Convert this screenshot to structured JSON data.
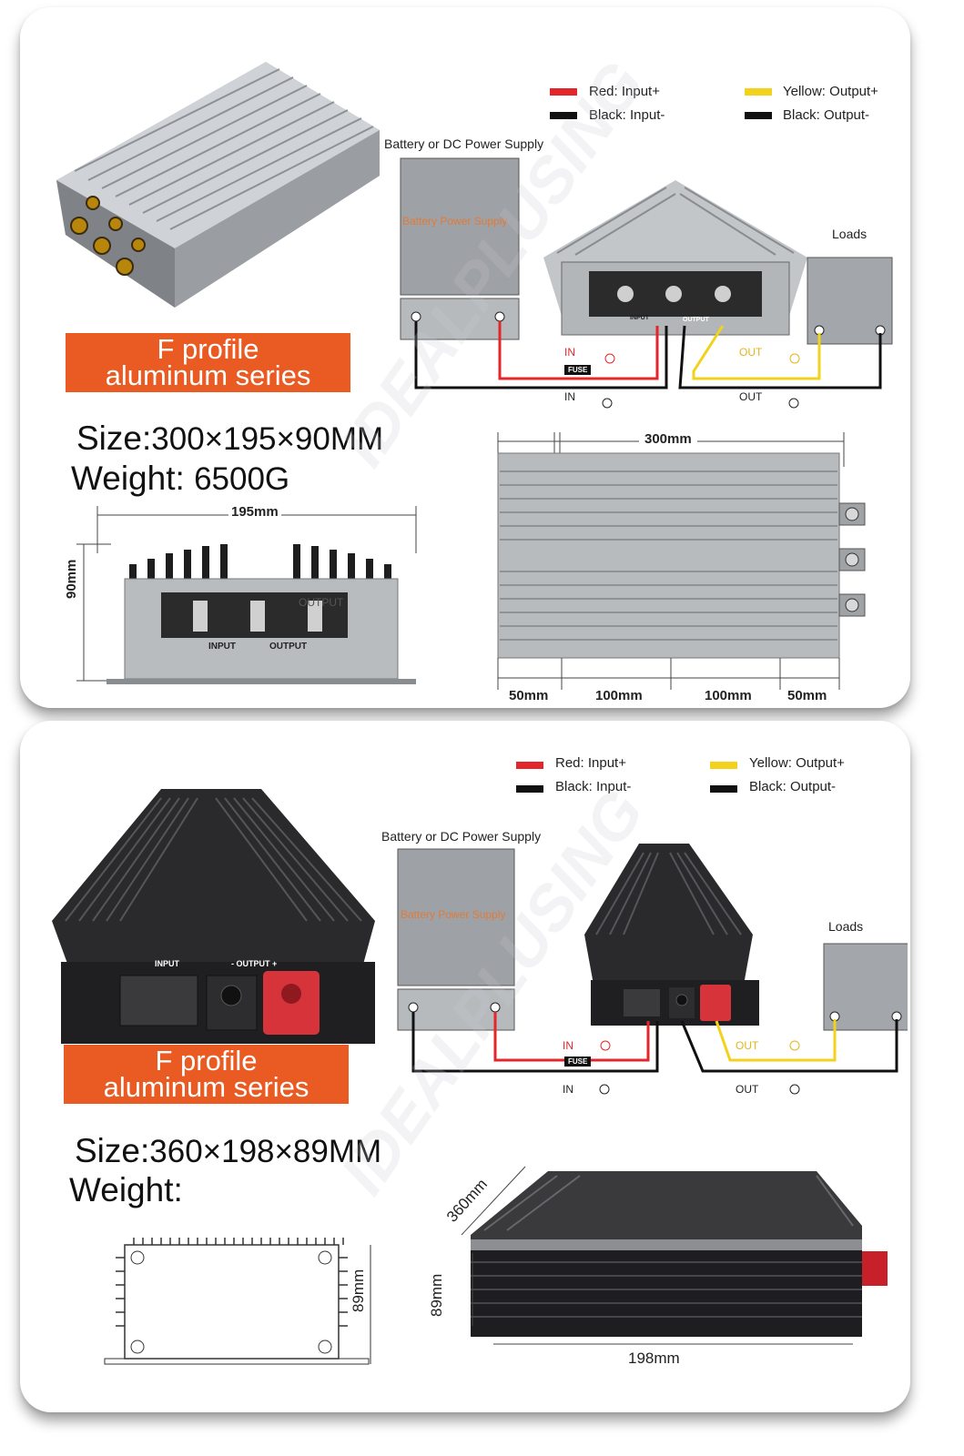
{
  "sections": [
    {
      "banner": [
        "F profile",
        "aluminum series"
      ],
      "legend": [
        {
          "label": "Red: Input+",
          "color": "#e3262b"
        },
        {
          "label": "Black: Input-",
          "color": "#111111"
        },
        {
          "label": "Yellow: Output+",
          "color": "#f2d21c"
        },
        {
          "label": "Black: Output-",
          "color": "#111111"
        }
      ],
      "wiring": {
        "supply_caption": "Battery or DC Power Supply",
        "supply_box_text": "Battery Power Supply",
        "loads_label": "Loads",
        "in_plus": "IN",
        "in_minus": "IN",
        "out_plus": "OUT",
        "out_minus": "OUT",
        "fuse": "FUSE",
        "terminal_input": "INPUT",
        "terminal_output": "OUTPUT"
      },
      "size_label": "Size:",
      "size_value": "300×195×90MM",
      "weight_label": "Weight:",
      "weight_value": "6500G",
      "front_view": {
        "width": "195mm",
        "height": "90mm",
        "input": "INPUT",
        "output": "OUTPUT",
        "out_top": "OUTPUT"
      },
      "top_view": {
        "length": "300mm",
        "segments": [
          "50mm",
          "100mm",
          "100mm",
          "50mm"
        ]
      }
    },
    {
      "banner": [
        "F profile",
        "aluminum series"
      ],
      "legend": [
        {
          "label": "Red: Input+",
          "color": "#e3262b"
        },
        {
          "label": "Black: Input-",
          "color": "#111111"
        },
        {
          "label": "Yellow: Output+",
          "color": "#f2d21c"
        },
        {
          "label": "Black: Output-",
          "color": "#111111"
        }
      ],
      "wiring": {
        "supply_caption": "Battery or DC Power Supply",
        "supply_box_text": "Battery Power Supply",
        "loads_label": "Loads",
        "in_plus": "IN",
        "in_minus": "IN",
        "out_plus": "OUT",
        "out_minus": "OUT",
        "fuse": "FUSE",
        "terminal_input": "INPUT",
        "terminal_output": "- OUTPUT +"
      },
      "size_label": "Size:",
      "size_value": "360×198×89MM",
      "weight_label": "Weight:",
      "weight_value": "",
      "bottom_view": {
        "height": "89mm"
      },
      "perspective_view": {
        "length": "360mm",
        "height": "89mm",
        "width": "198mm"
      }
    }
  ],
  "watermark": "IDEALPLUSING"
}
